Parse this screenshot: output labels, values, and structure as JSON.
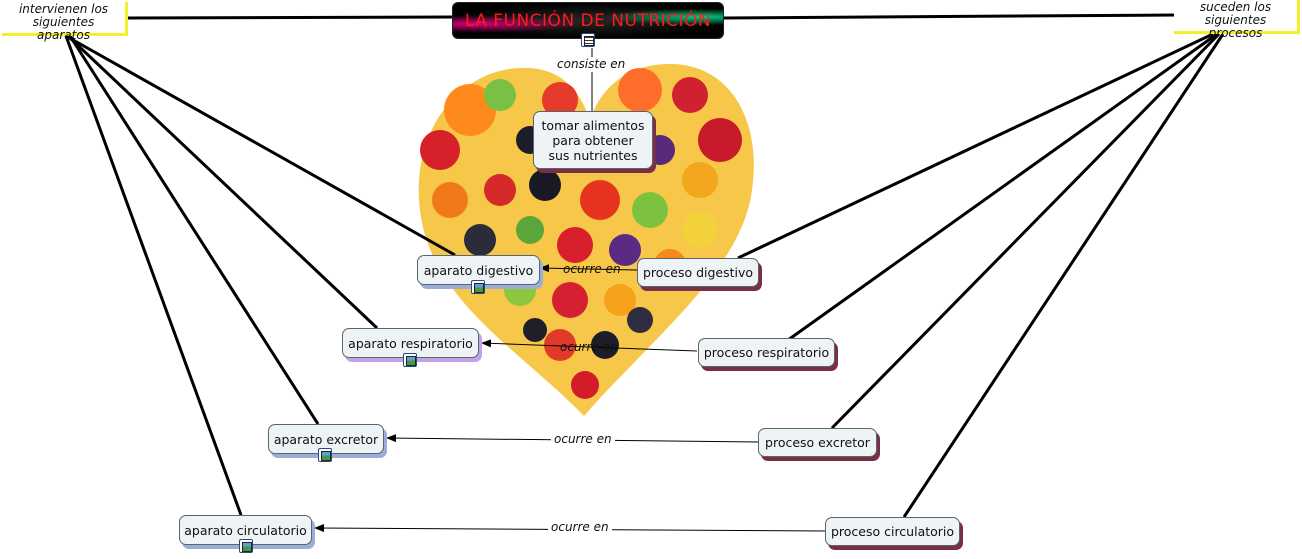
{
  "title": "LA FUNCIÓN DE NUTRICIÓN",
  "central_node": "tomar alimentos\npara obtener\nsus nutrientes",
  "link_consiste": "consiste en",
  "link_ocurre": "ocurre en",
  "left_connector": "intervienen los\nsiguientes aparatos",
  "right_connector": "suceden los\nsiguientes procesos",
  "aparatos": [
    {
      "label": "aparato digestivo"
    },
    {
      "label": "aparato respiratorio"
    },
    {
      "label": "aparato excretor"
    },
    {
      "label": "aparato circulatorio"
    }
  ],
  "procesos": [
    {
      "label": "proceso digestivo"
    },
    {
      "label": "proceso respiratorio"
    },
    {
      "label": "proceso excretor"
    },
    {
      "label": "proceso circulatorio"
    }
  ],
  "colors": {
    "title_text": "#ff1a1a",
    "node_fill": "#eef3f6",
    "connector_accent": "#f5ee2a",
    "shadow_blue": "#9aaed8",
    "shadow_purple": "#c3a4e8",
    "shadow_maroon": "#7a2f45"
  },
  "icons": [
    "document-icon",
    "image-icon",
    "fruit-heart-image"
  ]
}
